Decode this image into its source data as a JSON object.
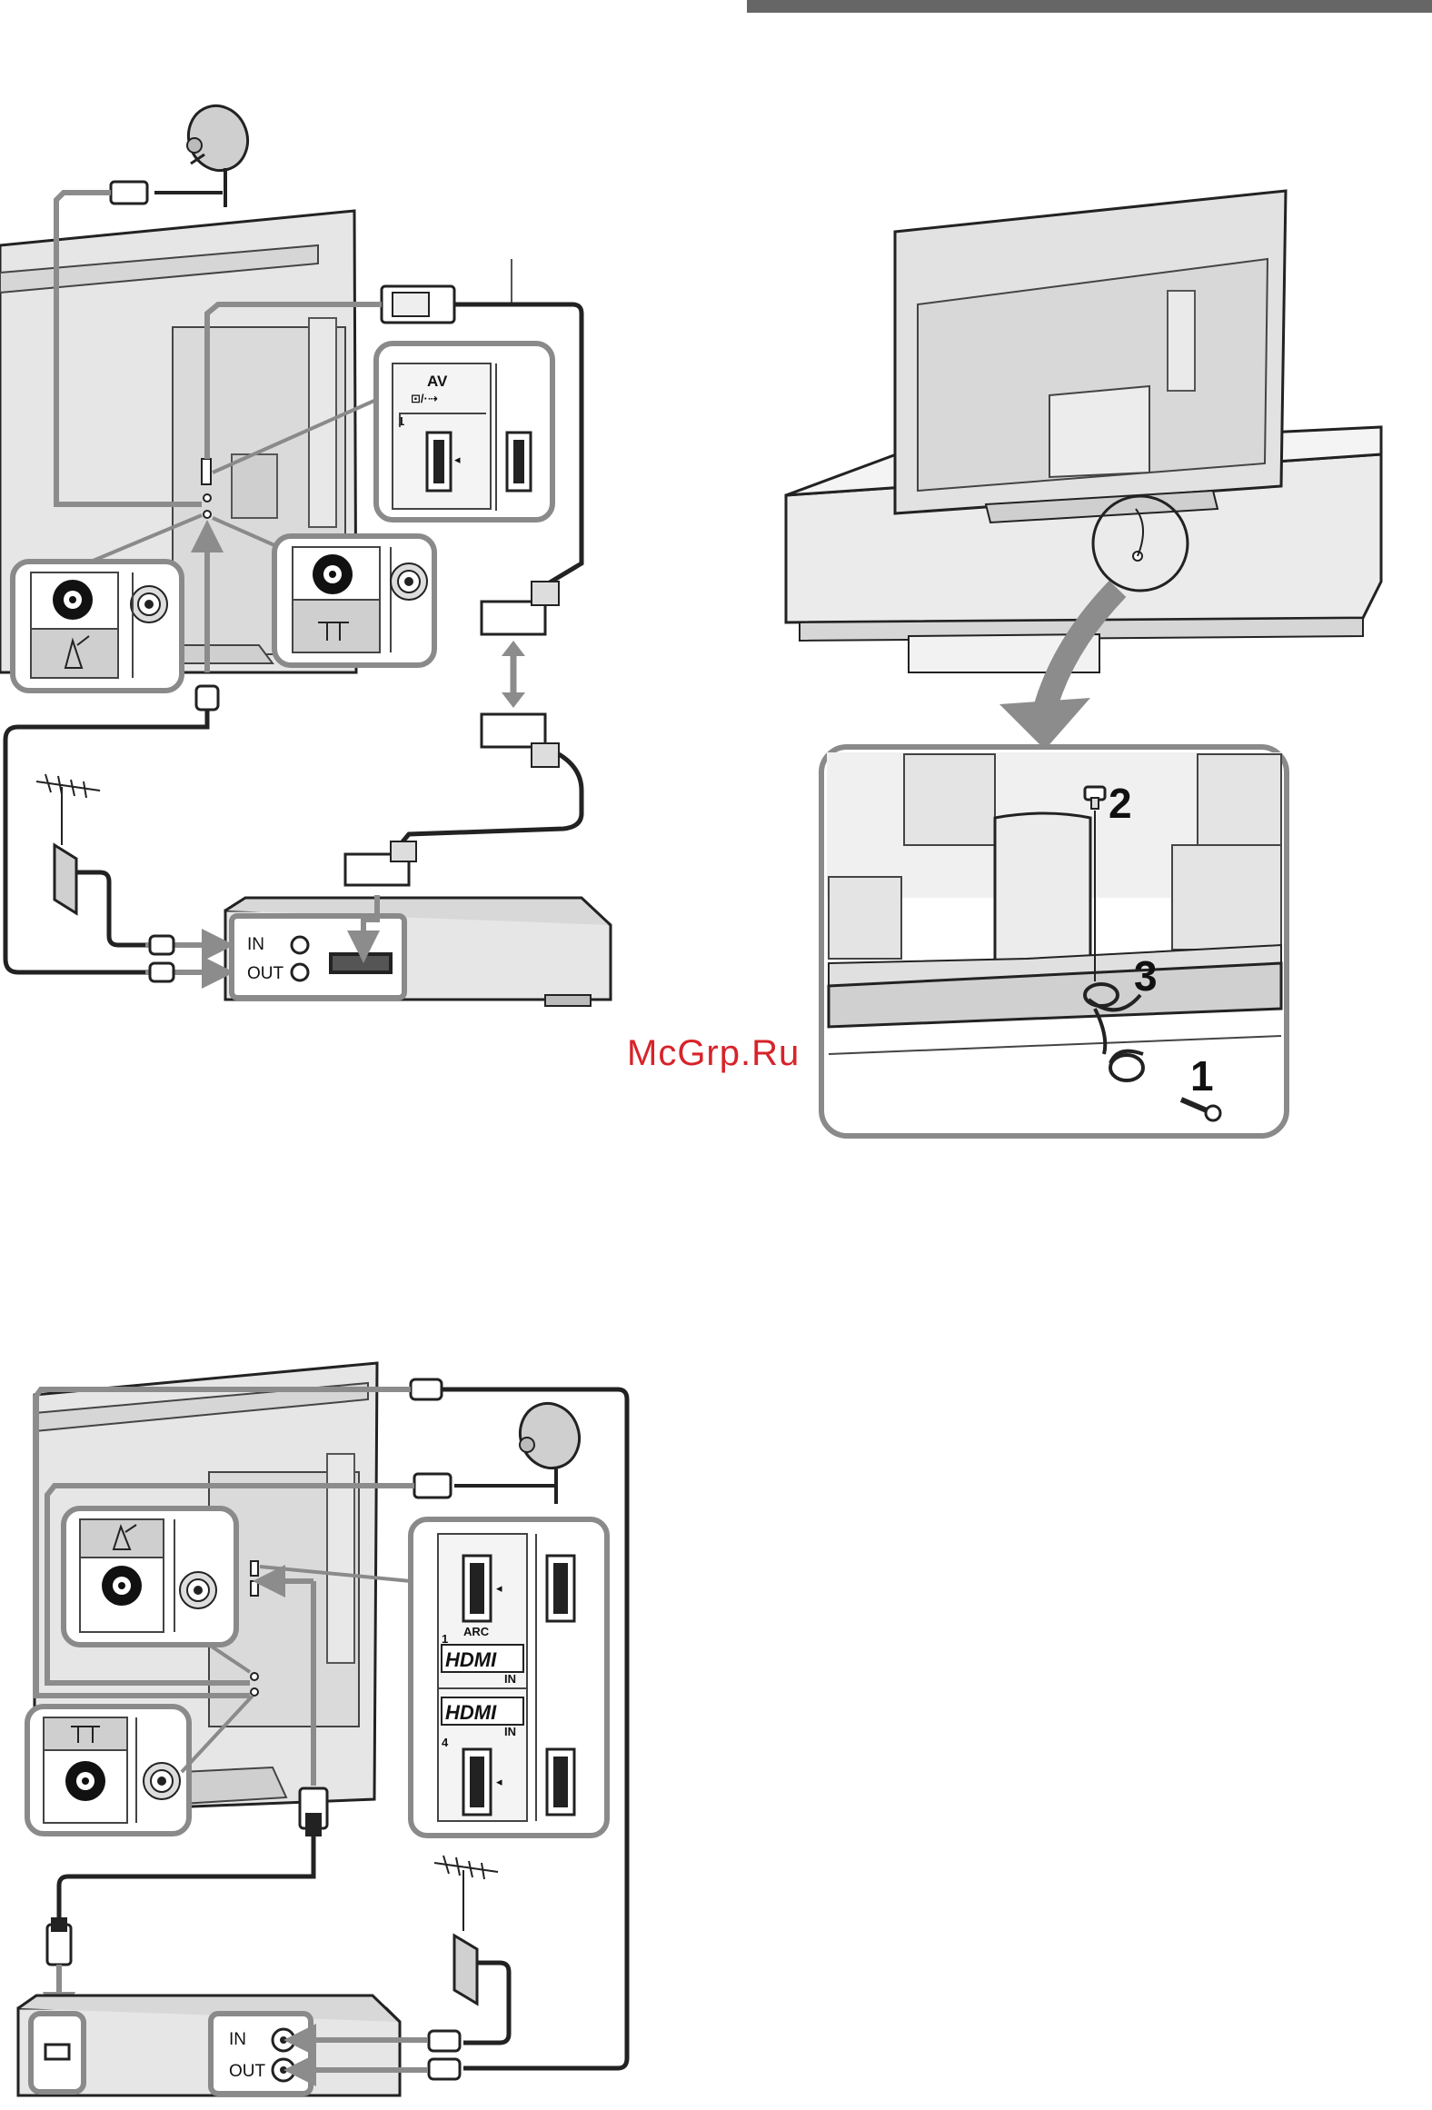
{
  "diagram1": {
    "av_label": "AV",
    "av_sub": "⊡/·⇢",
    "av_num": "1",
    "box_in": "IN",
    "box_out": "OUT"
  },
  "diagram2": {
    "num_1": "1",
    "num_2": "2",
    "num_3": "3"
  },
  "diagram3": {
    "arc_label": "ARC",
    "hdmi_1_num": "1",
    "hdmi_1_text": "HDMI",
    "hdmi_1_in": "IN",
    "hdmi_4_num": "4",
    "hdmi_4_text": "HDMI",
    "hdmi_4_in": "IN",
    "box_in": "IN",
    "box_out": "OUT"
  },
  "watermark": "McGrp.Ru",
  "colors": {
    "callout_border": "#8a8a8a",
    "tv_fill": "#e4e4e4",
    "arrow_gray": "#8c8c8c",
    "watermark_red": "#d7232a"
  }
}
